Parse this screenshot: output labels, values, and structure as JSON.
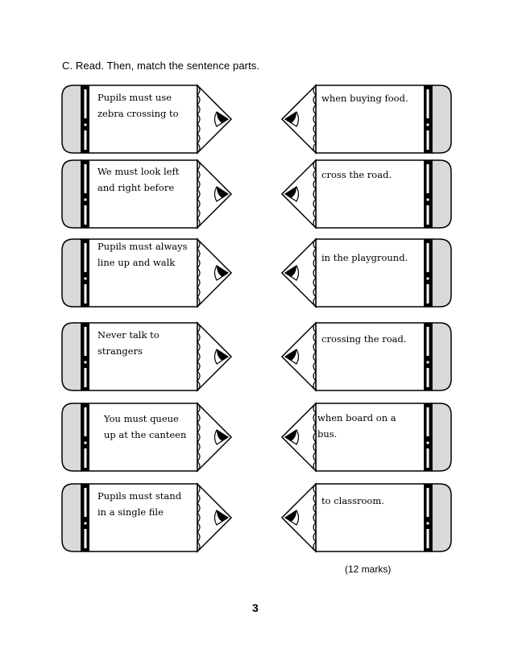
{
  "instruction": "C. Read. Then, match the sentence parts.",
  "left_parts": [
    [
      "Pupils must use",
      "zebra crossing to"
    ],
    [
      "We must look left",
      "and right before"
    ],
    [
      "Pupils must always",
      "line up and walk"
    ],
    [
      "Never talk to",
      "strangers"
    ],
    [
      "You must queue",
      "up at the canteen"
    ],
    [
      "Pupils must stand",
      "in a single file"
    ]
  ],
  "right_parts": [
    [
      "when buying food."
    ],
    [
      "cross the road."
    ],
    [
      "in the playground."
    ],
    [
      "crossing the road."
    ],
    [
      "when board on a",
      "bus."
    ],
    [
      "to classroom."
    ]
  ],
  "marks": "(12 marks)",
  "page_number": "3"
}
